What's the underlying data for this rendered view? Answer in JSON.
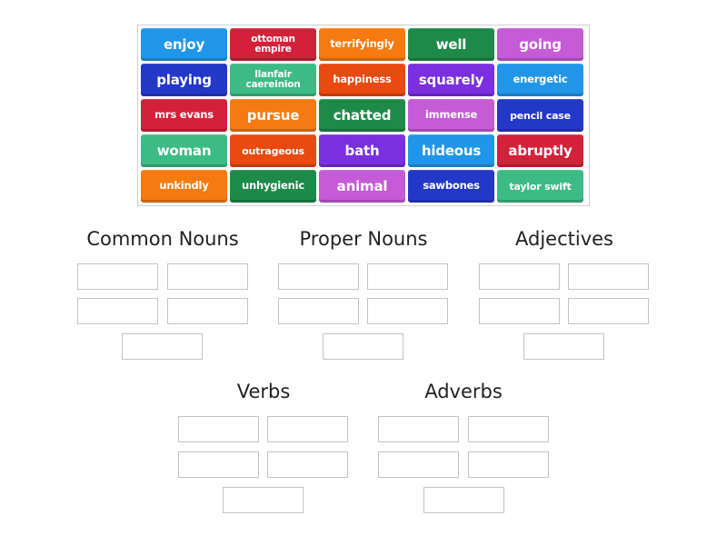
{
  "tile_bank": {
    "tiles": [
      {
        "label": "enjoy",
        "color": "#2196e8"
      },
      {
        "label": "ottoman empire",
        "color": "#d4213a"
      },
      {
        "label": "terrifyingly",
        "color": "#f57a10"
      },
      {
        "label": "well",
        "color": "#1e8a4a"
      },
      {
        "label": "going",
        "color": "#c55bd6"
      },
      {
        "label": "playing",
        "color": "#2438c8"
      },
      {
        "label": "llanfair caereinion",
        "color": "#3dbb84"
      },
      {
        "label": "happiness",
        "color": "#e84a10"
      },
      {
        "label": "squarely",
        "color": "#7a2fe0"
      },
      {
        "label": "energetic",
        "color": "#2196e8"
      },
      {
        "label": "mrs evans",
        "color": "#d4213a"
      },
      {
        "label": "pursue",
        "color": "#f57a10"
      },
      {
        "label": "chatted",
        "color": "#1e8a4a"
      },
      {
        "label": "immense",
        "color": "#c55bd6"
      },
      {
        "label": "pencil case",
        "color": "#2438c8"
      },
      {
        "label": "woman",
        "color": "#3dbb84"
      },
      {
        "label": "outrageous",
        "color": "#e84a10"
      },
      {
        "label": "bath",
        "color": "#7a2fe0"
      },
      {
        "label": "hideous",
        "color": "#2196e8"
      },
      {
        "label": "abruptly",
        "color": "#d4213a"
      },
      {
        "label": "unkindly",
        "color": "#f57a10"
      },
      {
        "label": "unhygienic",
        "color": "#1e8a4a"
      },
      {
        "label": "animal",
        "color": "#c55bd6"
      },
      {
        "label": "sawbones",
        "color": "#2438c8"
      },
      {
        "label": "taylor swift",
        "color": "#3dbb84"
      }
    ]
  },
  "groups": [
    {
      "title": "Common Nouns",
      "slots": 5
    },
    {
      "title": "Proper Nouns",
      "slots": 5
    },
    {
      "title": "Adjectives",
      "slots": 5
    },
    {
      "title": "Verbs",
      "slots": 5
    },
    {
      "title": "Adverbs",
      "slots": 5
    }
  ]
}
